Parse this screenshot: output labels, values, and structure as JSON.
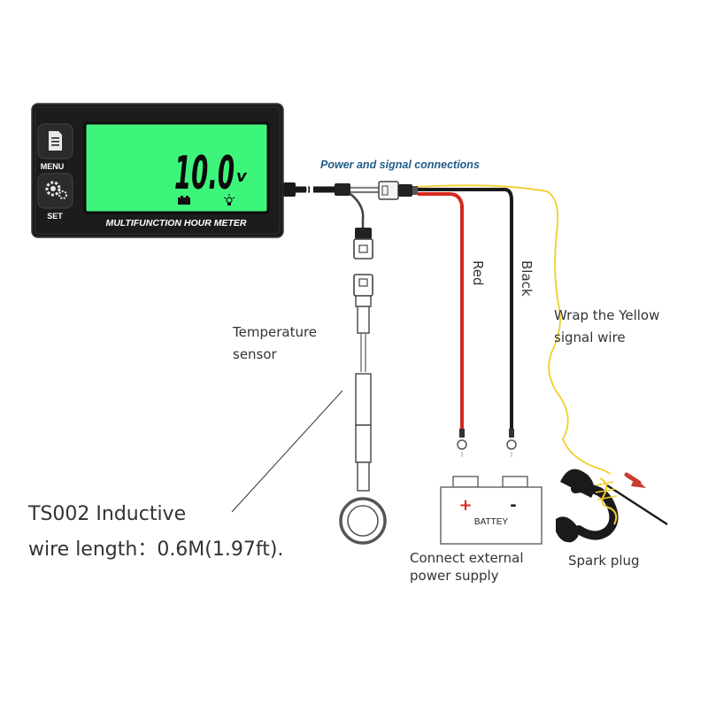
{
  "meter": {
    "menu_label": "MENU",
    "set_label": "SET",
    "display_value": "10.0",
    "display_unit": "v",
    "device_label": "MULTIFUNCTION HOUR METER",
    "lcd_color": "#3df57a"
  },
  "annotations": {
    "connections_title": "Power and signal connections",
    "red_wire": "Red",
    "black_wire": "Black",
    "wrap_line1": "Wrap the Yellow",
    "wrap_line2": "signal wire",
    "temp_line1": "Temperature",
    "temp_line2": "sensor",
    "sensor_line1": "TS002 Inductive",
    "sensor_line2": "wire length：0.6M(1.97ft).",
    "battery_label": "BATTEY",
    "battery_plus": "+",
    "battery_minus": "-",
    "power_line1": "Connect external",
    "power_line2": "power supply",
    "spark_plug": "Spark plug"
  },
  "colors": {
    "red_wire": "#d42a1e",
    "black_wire": "#1a1a1a",
    "yellow_wire": "#f2cf2a",
    "title_blue": "#1f5c87"
  }
}
